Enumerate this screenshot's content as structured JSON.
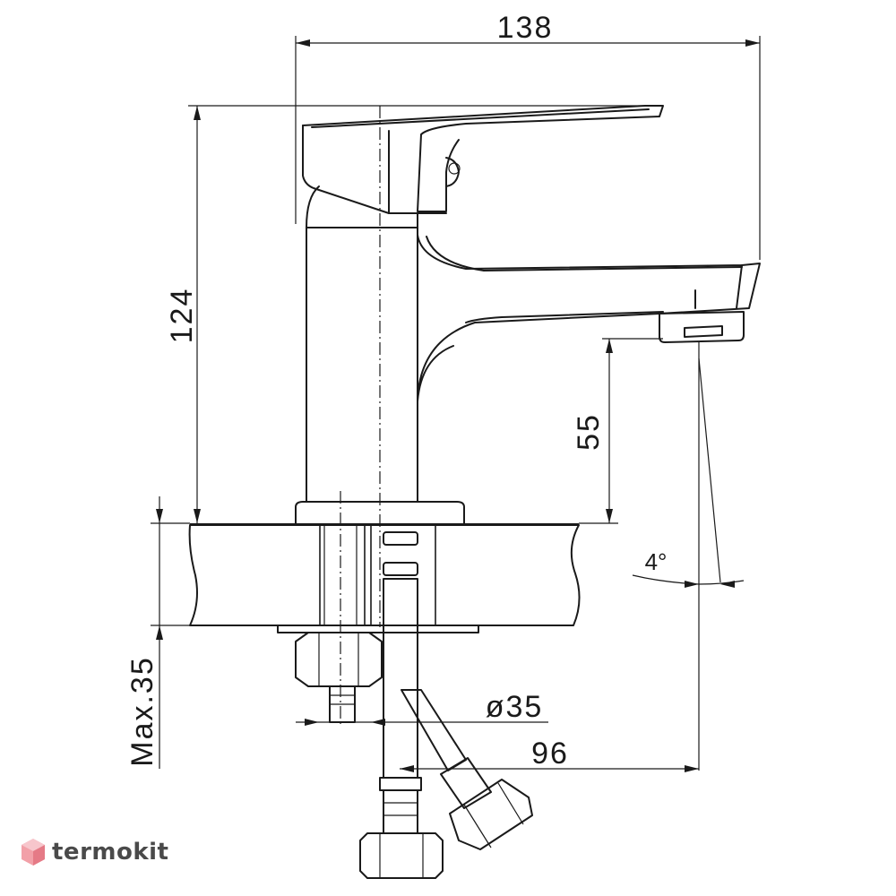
{
  "dimensions": {
    "total_width": "138",
    "total_height": "124",
    "spout_clearance": "55",
    "max_deck_thickness": "Max.35",
    "hole_diameter": "ø35",
    "spout_reach": "96",
    "spout_angle": "4°"
  },
  "brand": {
    "name": "termokit"
  }
}
